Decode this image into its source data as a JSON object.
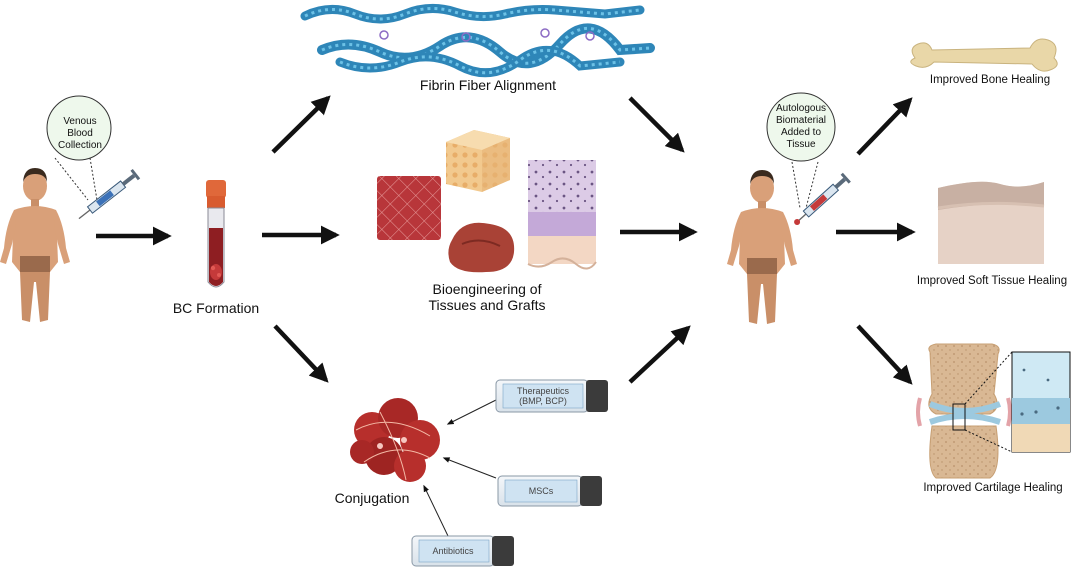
{
  "labels": {
    "venous_blood_collection": "Venous Blood Collection",
    "bc_formation": "BC Formation",
    "fibrin_fiber_alignment": "Fibrin Fiber Alignment",
    "bioengineering": "Bioengineering of Tissues and Grafts",
    "conjugation": "Conjugation",
    "therapeutics": "Therapeutics (BMP, BCP)",
    "mscs": "MSCs",
    "antibiotics": "Antibiotics",
    "autologous_biomaterial": "Autologous Biomaterial Added to Tissue",
    "improved_bone_healing": "Improved Bone Healing",
    "improved_soft_tissue_healing": "Improved Soft Tissue Healing",
    "improved_cartilage_healing": "Improved Cartilage Healing"
  },
  "colors": {
    "skin": "#d9a079",
    "skin_shadow": "#b97f5c",
    "hair": "#3a2a1e",
    "arrow": "#111111",
    "fibrin": "#2e86b8",
    "fibrin_light": "#6cc1e6",
    "clot": "#b72f2c",
    "clot_dark": "#7d1a19",
    "tube_cap": "#e0683a",
    "vial_label": "#cfe3f2",
    "vial_cap": "#3b3b3b",
    "bone": "#e9d7a8",
    "soft_tissue": "#e6d2c6",
    "cartilage": "#9cc9df",
    "bubble_fill": "#eef8ec"
  }
}
